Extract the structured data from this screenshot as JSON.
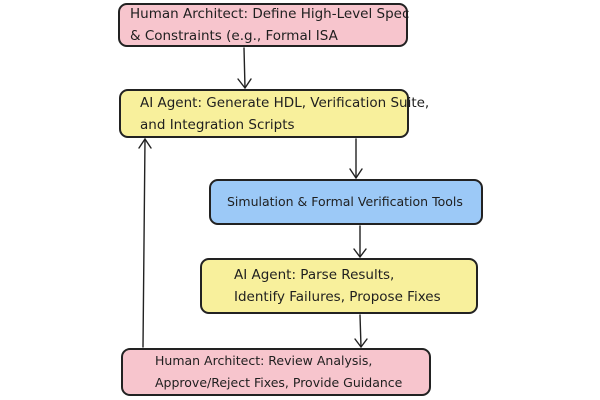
{
  "colors": {
    "pink": "#f7c5cd",
    "yellow": "#f8f09c",
    "blue": "#9cc9f7",
    "stroke": "#222222",
    "text": "#1f1f1f"
  },
  "nodes": {
    "spec": {
      "line1": "Human Architect: Define High-Level Spec",
      "line2": "& Constraints (e.g., Formal ISA",
      "color": "pink"
    },
    "generate": {
      "line1": "AI Agent: Generate HDL, Verification Suite,",
      "line2": "and Integration Scripts",
      "color": "yellow"
    },
    "tools": {
      "line1": "Simulation & Formal Verification Tools",
      "color": "blue"
    },
    "parse": {
      "line1": "AI Agent: Parse Results,",
      "line2": "Identify Failures, Propose Fixes",
      "color": "yellow"
    },
    "review": {
      "line1": "Human Architect: Review Analysis,",
      "line2": "Approve/Reject Fixes, Provide Guidance",
      "color": "pink"
    }
  },
  "edges": [
    {
      "from": "spec",
      "to": "generate"
    },
    {
      "from": "generate",
      "to": "tools"
    },
    {
      "from": "tools",
      "to": "parse"
    },
    {
      "from": "parse",
      "to": "review"
    },
    {
      "from": "review",
      "to": "generate"
    }
  ]
}
